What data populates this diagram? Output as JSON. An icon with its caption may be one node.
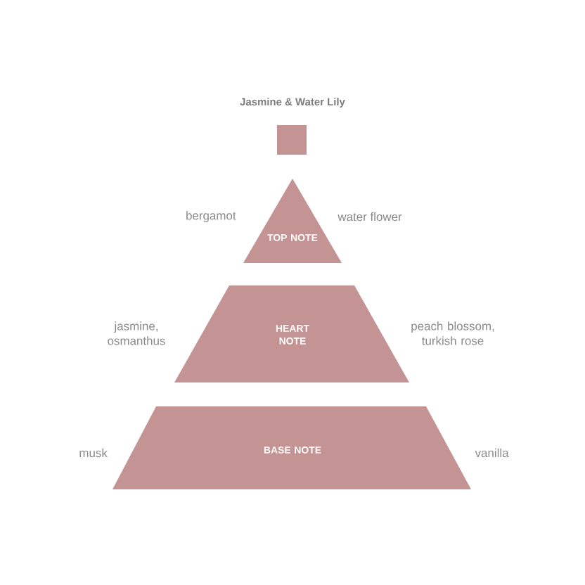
{
  "diagram": {
    "title": "Jasmine & Water Lily",
    "nodes": [
      {
        "text": [],
        "shape": "box"
      },
      {
        "text": [
          "TOP NOTE"
        ],
        "beside": [
          "bergamot",
          "water flower"
        ]
      },
      {
        "text": [
          "HEART NOTE"
        ],
        "beside": [
          "jasmine, osmanthus",
          "peach blossom, turkish rose"
        ]
      },
      {
        "text": [
          "BASE NOTE"
        ],
        "beside": [
          "musk",
          "vanilla"
        ]
      }
    ]
  }
}
